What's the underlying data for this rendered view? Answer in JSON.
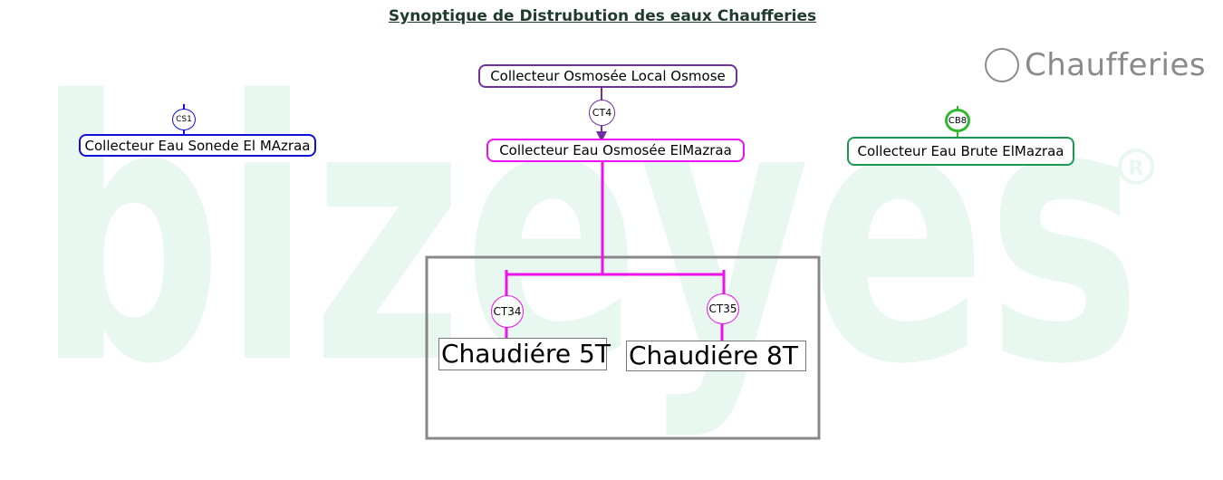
{
  "title": "Synoptique de Distrubution des eaux Chaufferies",
  "legend": {
    "label": "Chaufferies",
    "icon": "circle-icon"
  },
  "watermark": {
    "text": "bizeyes",
    "color": "#e8f7f0"
  },
  "collectors": {
    "sonede": {
      "label": "Collecteur Eau Sonede El MAzraa",
      "color": "#1010d8"
    },
    "osmose_local": {
      "label": "Collecteur Osmosée  Local Osmose",
      "color": "#7030a0"
    },
    "osmose_elmazraa": {
      "label": "Collecteur Eau Osmosée ElMazraa",
      "color": "#ee10ee"
    },
    "brute": {
      "label": "Collecteur Eau Brute ElMazraa",
      "color": "#1a9a50"
    }
  },
  "nodes": {
    "cs1": {
      "label": "CS1",
      "color": "#1010d8"
    },
    "ct4": {
      "label": "CT4",
      "color": "#7030a0"
    },
    "cb8": {
      "label": "CB8",
      "color": "#2eb82e"
    },
    "ct34": {
      "label": "CT34",
      "color": "#ee10ee"
    },
    "ct35": {
      "label": "CT35",
      "color": "#ee10ee"
    }
  },
  "boilers": {
    "b5t": {
      "label": "Chaudiére 5T"
    },
    "b8t": {
      "label": "Chaudiére 8T"
    }
  },
  "group_border_color": "#888888"
}
